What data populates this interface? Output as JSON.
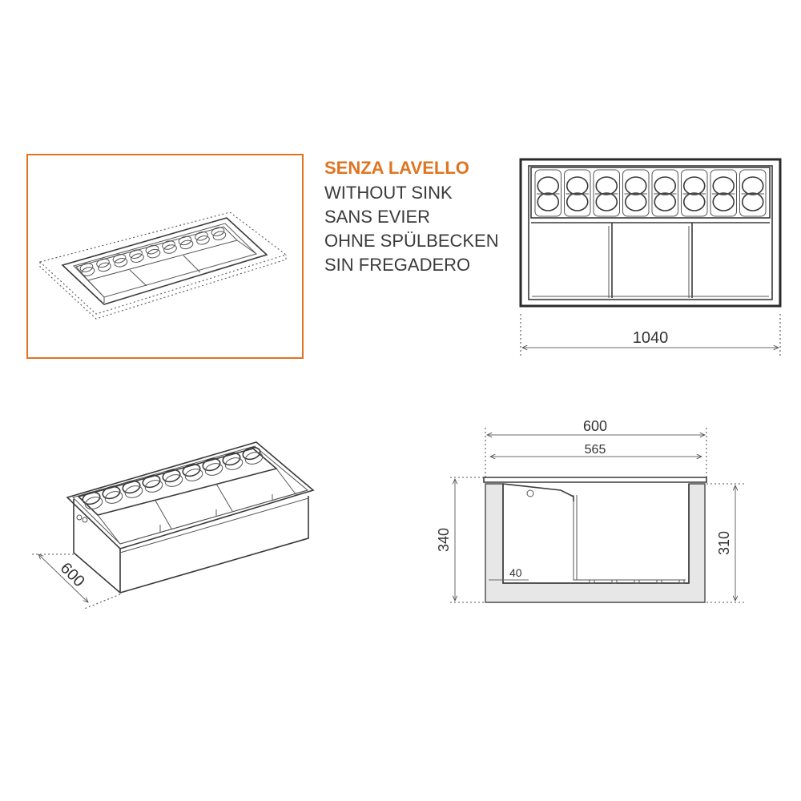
{
  "labels": {
    "title_it": "SENZA LAVELLO",
    "title_en": "WITHOUT SINK",
    "title_fr": "SANS EVIER",
    "title_de": "OHNE SPÜLBECKEN",
    "title_es": "SIN FREGADERO"
  },
  "dimensions": {
    "front_width": "1040",
    "iso_depth": "600",
    "side_outer_width": "600",
    "side_inner_width": "565",
    "side_height_outer": "340",
    "side_height_inner": "310",
    "side_base": "40"
  },
  "colors": {
    "accent": "#e07420",
    "line": "#3a3a3a"
  },
  "icons": {
    "gn_pan": "round-pan-cutout-icon"
  }
}
